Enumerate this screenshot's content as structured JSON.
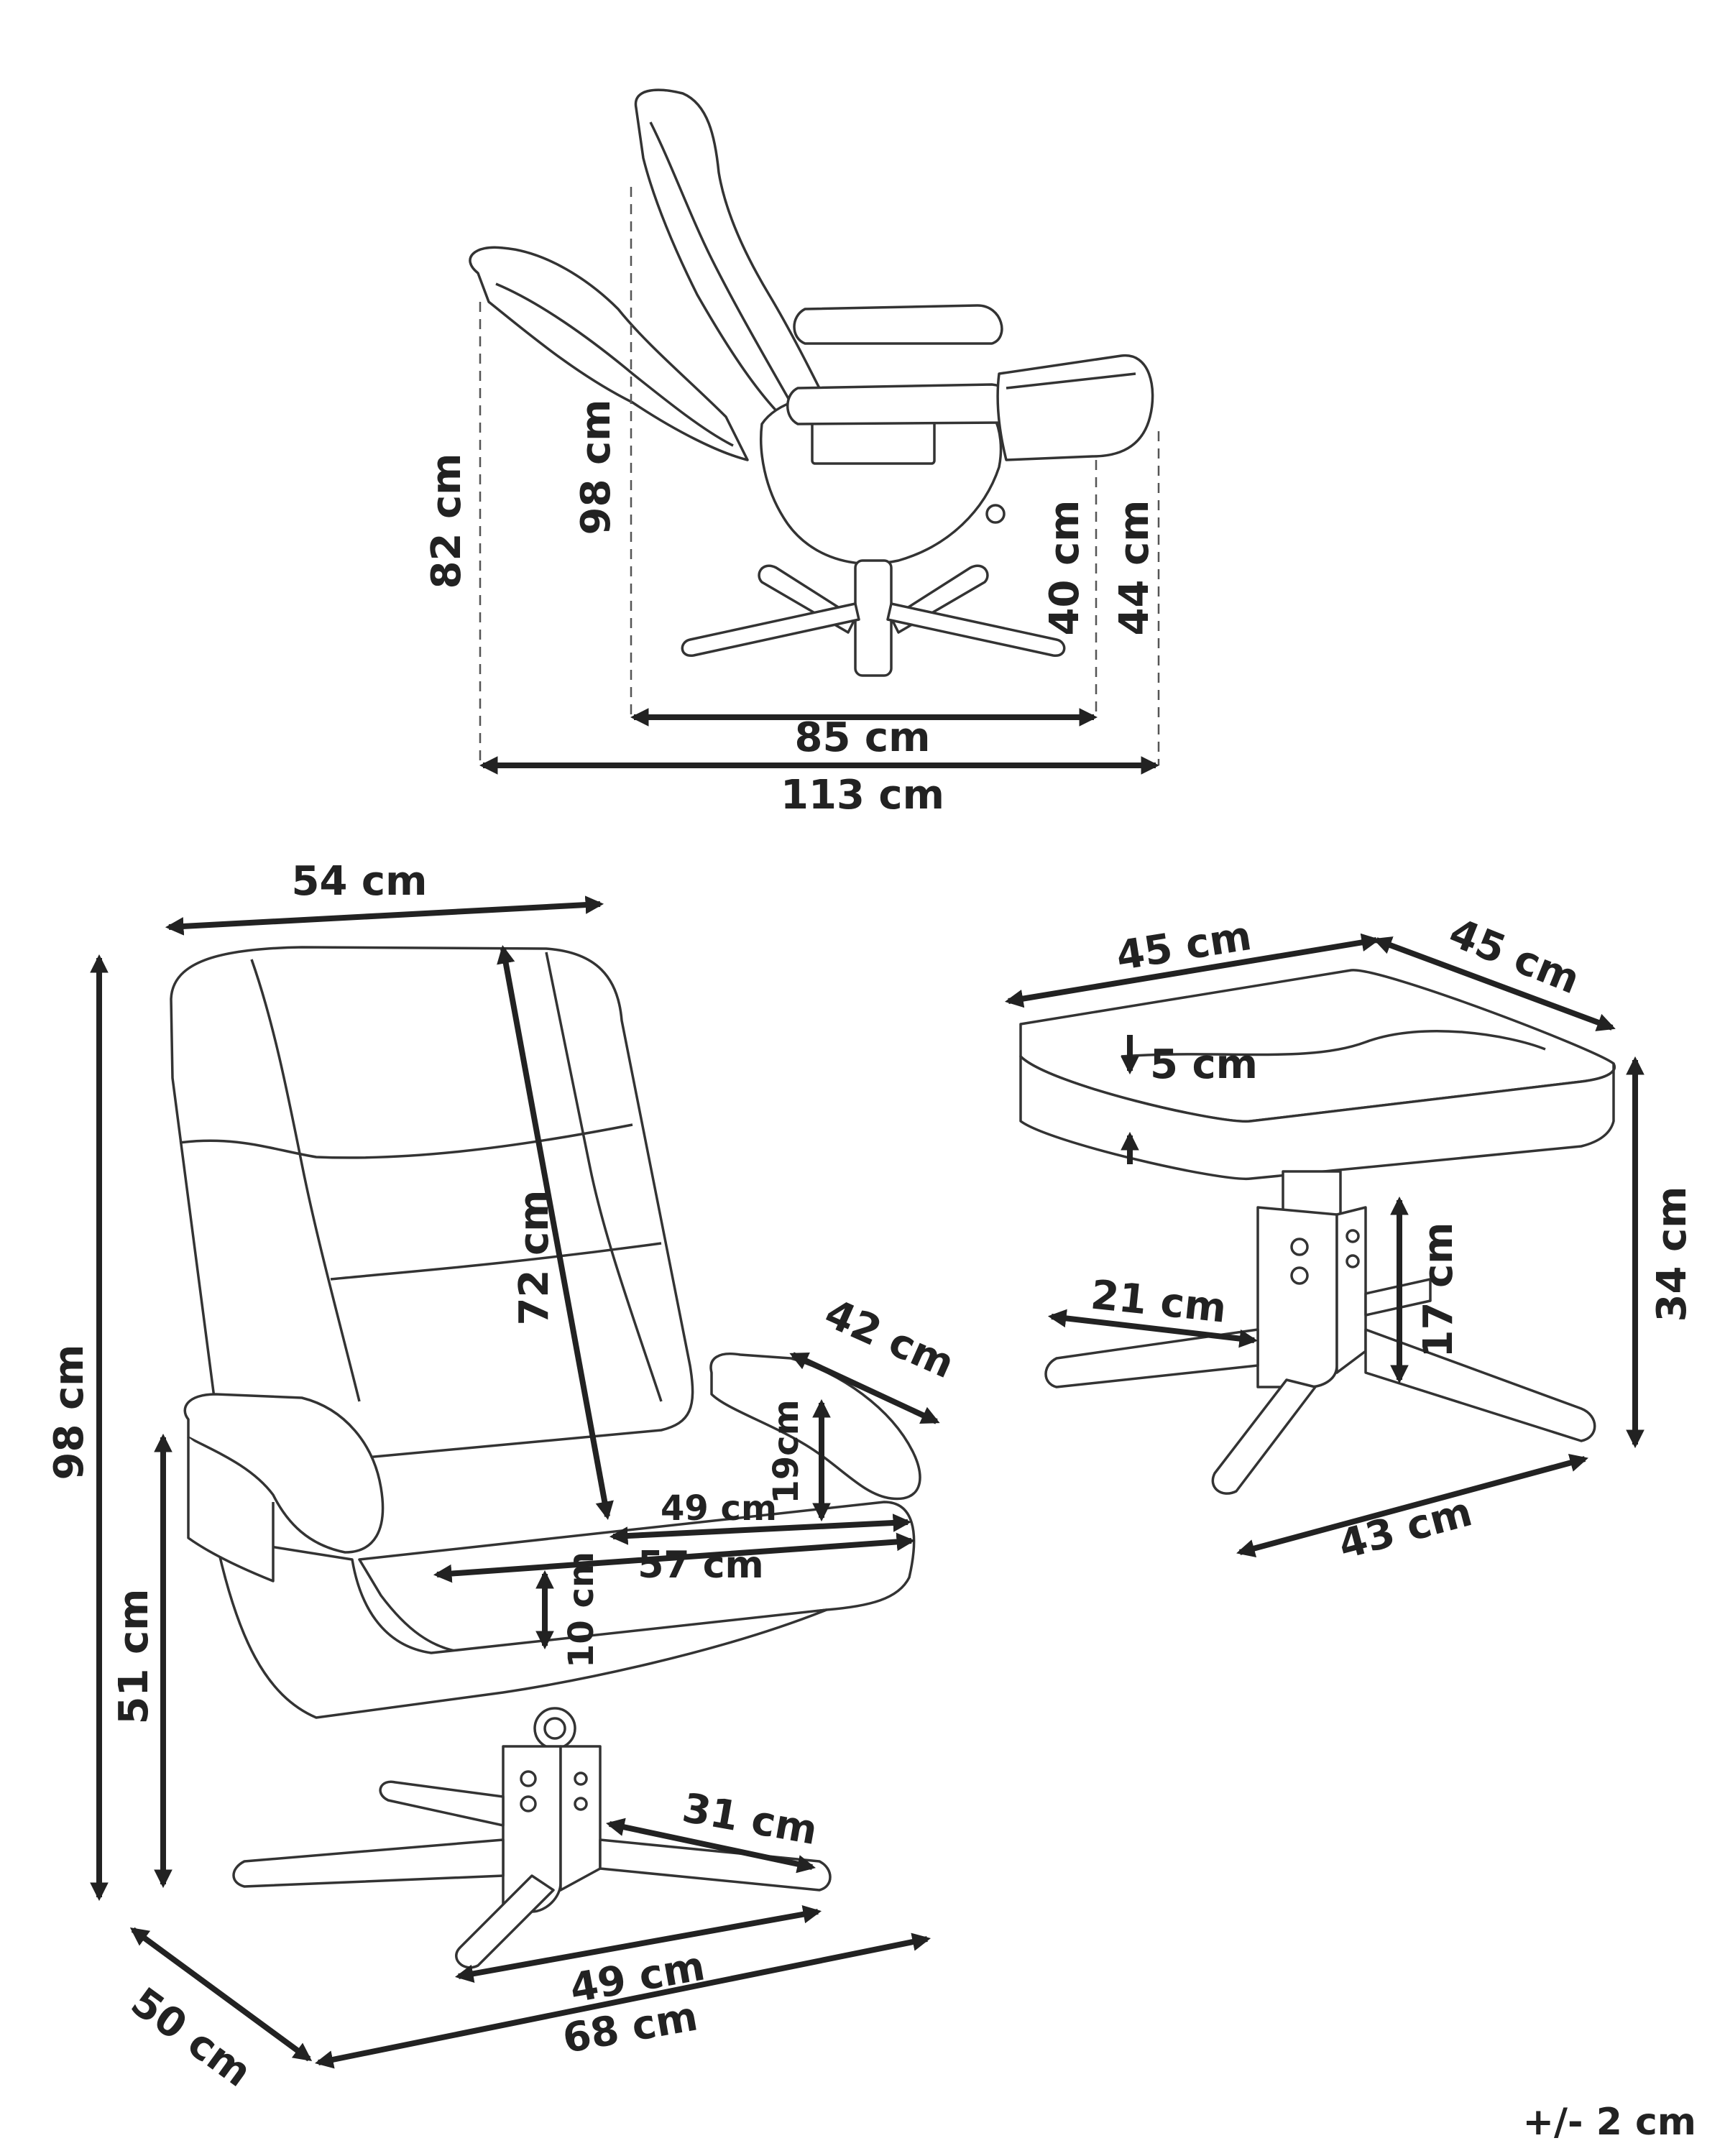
{
  "side_view": {
    "height_back_reclined": "82 cm",
    "height_back_upright": "98 cm",
    "footrest_height_low": "40 cm",
    "footrest_height_high": "44 cm",
    "depth_upright": "85 cm",
    "depth_reclined": "113 cm"
  },
  "chair_front_view": {
    "width_top": "54 cm",
    "total_height": "98 cm",
    "backrest_height": "72 cm",
    "armrest_length": "42 cm",
    "armrest_height": "19cm",
    "seat_depth_inner": "49 cm",
    "seat_depth": "57 cm",
    "cushion_thickness": "10 cm",
    "seat_height": "51 cm",
    "base_leg_length": "31 cm",
    "base_width": "49 cm",
    "overall_width": "68 cm",
    "overall_depth": "50 cm"
  },
  "ottoman_view": {
    "width": "45 cm",
    "depth": "45 cm",
    "cushion_thickness": "5 cm",
    "height": "34 cm",
    "column_height": "17 cm",
    "leg_length": "21 cm",
    "base_width": "43 cm"
  },
  "tolerance": "+/- 2 cm"
}
